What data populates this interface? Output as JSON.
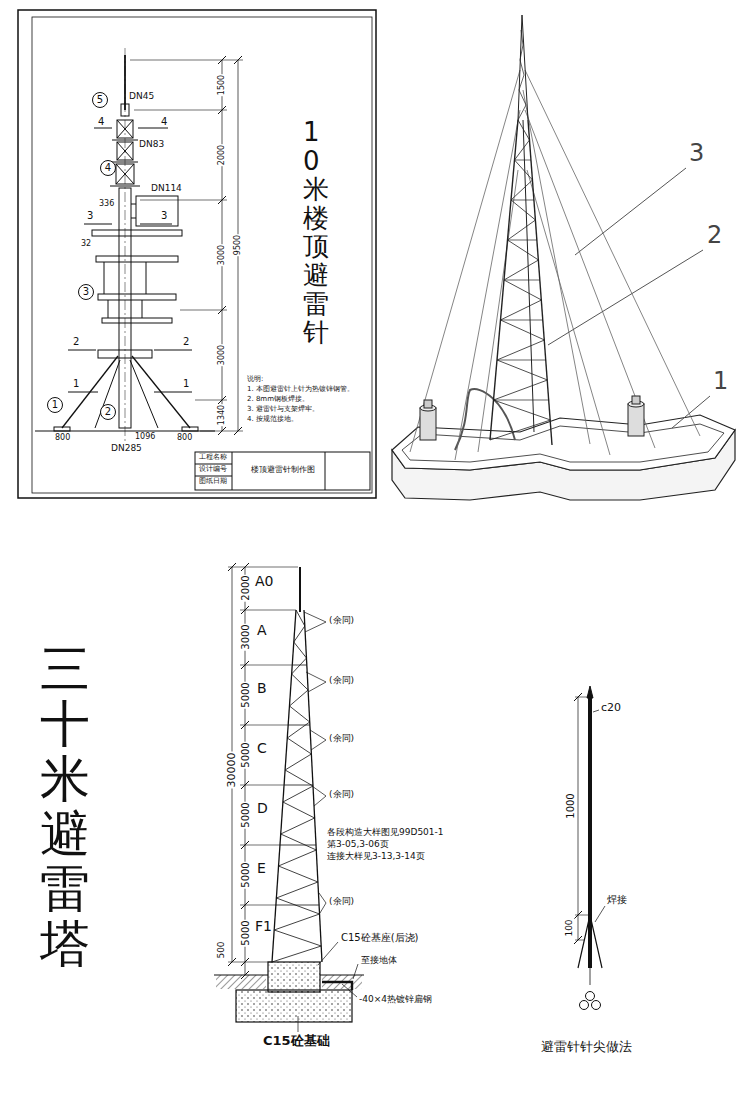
{
  "diagram": {
    "nodes": [
      {
        "text": [
          "5"
        ]
      },
      {
        "text": [
          "4"
        ]
      },
      {
        "text": [
          "3"
        ]
      },
      {
        "text": [
          "2"
        ]
      },
      {
        "text": [
          "1"
        ]
      }
    ],
    "labels": [
      "10米楼顶避雷针",
      "DN45",
      "DN83",
      "DN114",
      "DN285",
      "4",
      "4",
      "3",
      "3",
      "2",
      "2",
      "1",
      "1",
      "336",
      "32",
      "1340",
      "1500",
      "2000",
      "3000",
      "3000",
      "9500",
      "1096",
      "800",
      "800",
      "说明:",
      "1. 本图避雷针上针为热镀锌钢管。",
      "2. 8mm钢板焊接。",
      "3. 避雷针与支架焊牢。",
      "4. 按规范接地。",
      "工程名称",
      "设计编号",
      "图纸日期",
      "楼顶避雷针制作图",
      "3",
      "2",
      "1",
      "三十米避雷塔",
      "2000",
      "3000",
      "5000",
      "5000",
      "5000",
      "5000",
      "5000",
      "500",
      "30000",
      "A0",
      "A",
      "B",
      "C",
      "D",
      "E",
      "F1",
      "(余同)",
      "(余同)",
      "(余同)",
      "(余同)",
      "(余同)",
      "各段构造大样图见99D501-1",
      "第3-05,3-06页",
      "连接大样见3-13,3-14页",
      "C15砼基座(后浇)",
      "至接地体",
      "-40×4热镀锌扁钢",
      "C15砼基础",
      "c20",
      "1000",
      "100",
      "焊接",
      "避雷针针尖做法"
    ]
  }
}
